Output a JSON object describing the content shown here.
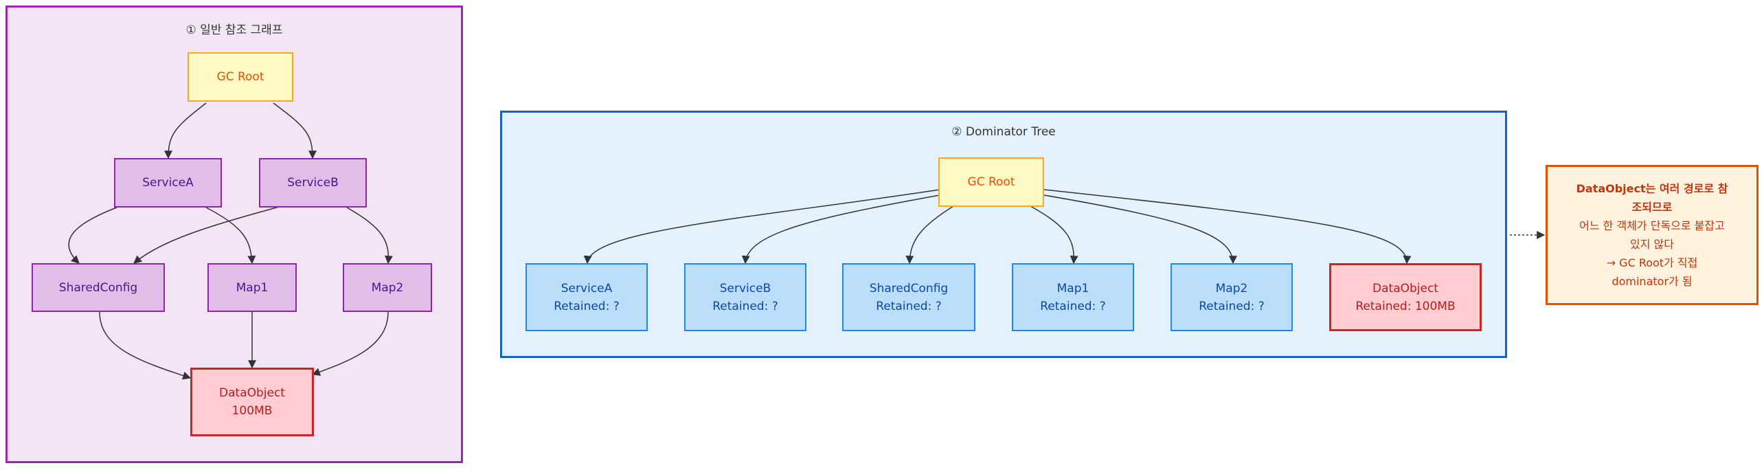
{
  "clusters": {
    "general": {
      "title": "① 일반 참조 그래프"
    },
    "dominator": {
      "title": "② Dominator Tree"
    }
  },
  "general_graph": {
    "gc_root": "GC Root",
    "service_a": "ServiceA",
    "service_b": "ServiceB",
    "shared_config": "SharedConfig",
    "map1": "Map1",
    "map2": "Map2",
    "data_object": {
      "line1": "DataObject",
      "line2": "100MB"
    }
  },
  "dominator_tree": {
    "gc_root": "GC Root",
    "children": [
      {
        "name": "ServiceA",
        "retained": "Retained: ?"
      },
      {
        "name": "ServiceB",
        "retained": "Retained: ?"
      },
      {
        "name": "SharedConfig",
        "retained": "Retained: ?"
      },
      {
        "name": "Map1",
        "retained": "Retained: ?"
      },
      {
        "name": "Map2",
        "retained": "Retained: ?"
      },
      {
        "name": "DataObject",
        "retained": "Retained: 100MB"
      }
    ]
  },
  "note": {
    "bold_line": "DataObject는 여러 경로로 참조되므로",
    "line2": "어느 한 객체가 단독으로 붙잡고 있지 않다",
    "line3": "→ GC Root가 직접",
    "line4": "dominator가 됨"
  },
  "colors": {
    "general_cluster_bg": "#f3e5f5",
    "general_cluster_border": "#9c27b0",
    "dominator_cluster_bg": "#e3f2fd",
    "dominator_cluster_border": "#1565c0",
    "root_fill": "#fff9c4",
    "root_border": "#f9a825",
    "object_fill": "#e1bee7",
    "retained_fill": "#bbdefb",
    "big_object_fill": "#ffcdd2",
    "big_object_border": "#c62828",
    "note_fill": "#fff3e0",
    "note_border": "#e65100"
  }
}
